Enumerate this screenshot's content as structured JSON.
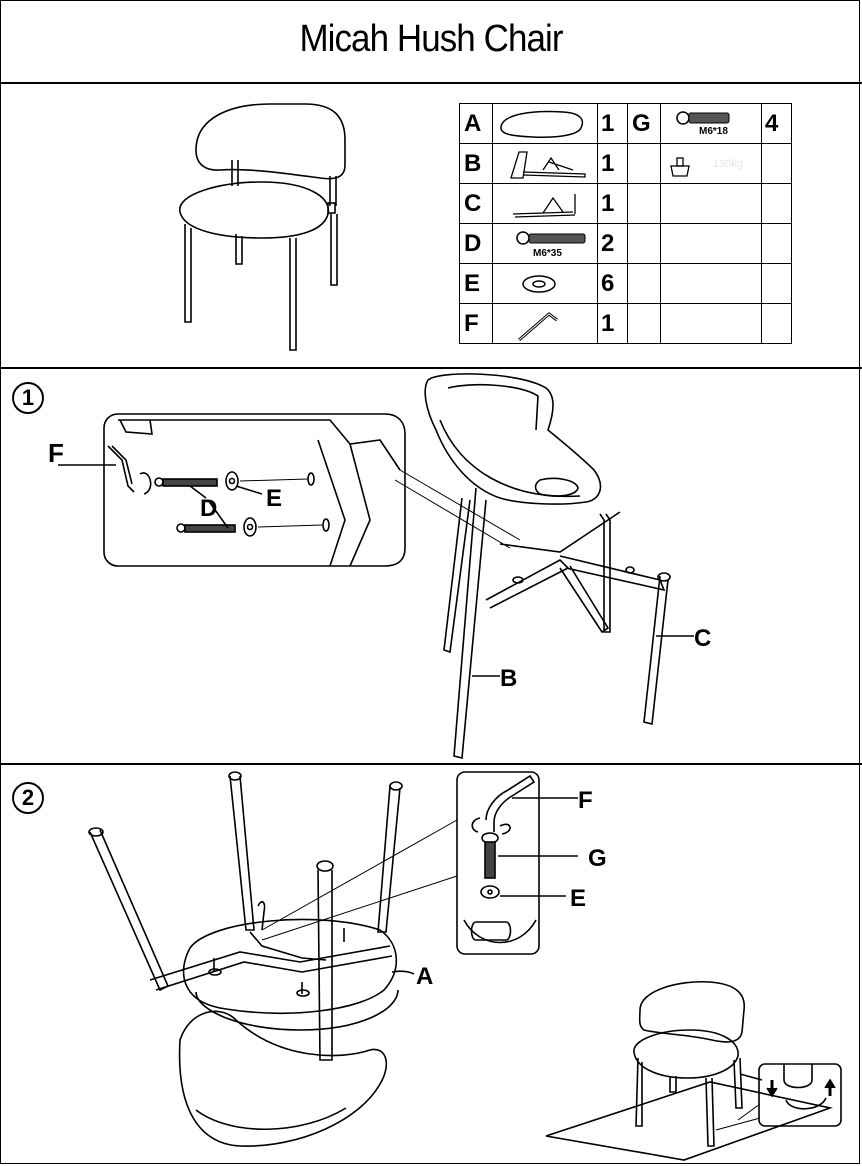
{
  "header": {
    "title": "Micah Hush Chair"
  },
  "parts": [
    {
      "letter": "A",
      "qty": "1",
      "icon": "seat-icon"
    },
    {
      "letter": "B",
      "qty": "1",
      "icon": "front-leg-frame-icon"
    },
    {
      "letter": "C",
      "qty": "1",
      "icon": "rear-leg-frame-icon"
    },
    {
      "letter": "D",
      "qty": "2",
      "icon": "long-bolt-icon",
      "spec": "M6*35"
    },
    {
      "letter": "E",
      "qty": "6",
      "icon": "washer-icon"
    },
    {
      "letter": "F",
      "qty": "1",
      "icon": "allen-key-icon"
    }
  ],
  "parts_right": [
    {
      "letter": "G",
      "qty": "4",
      "icon": "short-bolt-icon",
      "spec": "M6*18"
    },
    {
      "letter": "",
      "qty": "",
      "icon": "weight-icon",
      "note": "130kg"
    }
  ],
  "step1": {
    "number": "1",
    "callouts": {
      "f": "F",
      "d": "D",
      "e": "E",
      "b": "B",
      "c": "C"
    }
  },
  "step2": {
    "number": "2",
    "callouts": {
      "f": "F",
      "g": "G",
      "e": "E",
      "a": "A"
    }
  }
}
